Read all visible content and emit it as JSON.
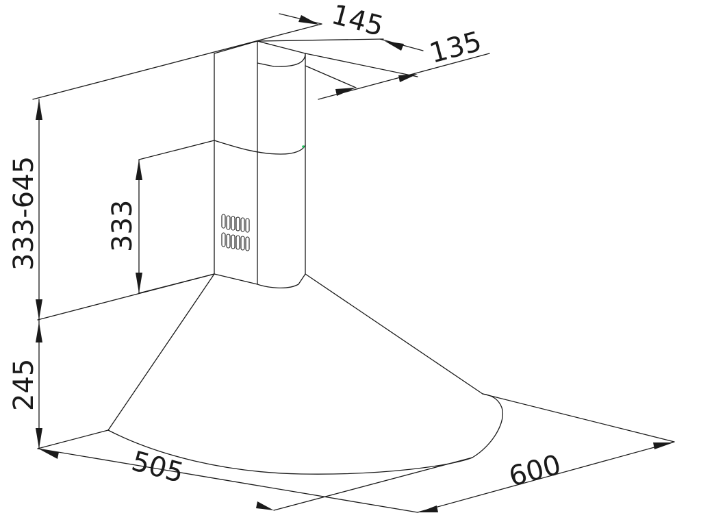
{
  "drawing": {
    "subject": "cooker-hood",
    "dimensions": {
      "overall_chimney_height": "333-645",
      "upper_chimney_height": "333",
      "canopy_height": "245",
      "chimney_width": "145",
      "chimney_depth": "135",
      "depth": "505",
      "width": "600"
    },
    "colors": {
      "line": "#1a1a1a",
      "background": "#ffffff",
      "marker": "#22c55e"
    }
  }
}
